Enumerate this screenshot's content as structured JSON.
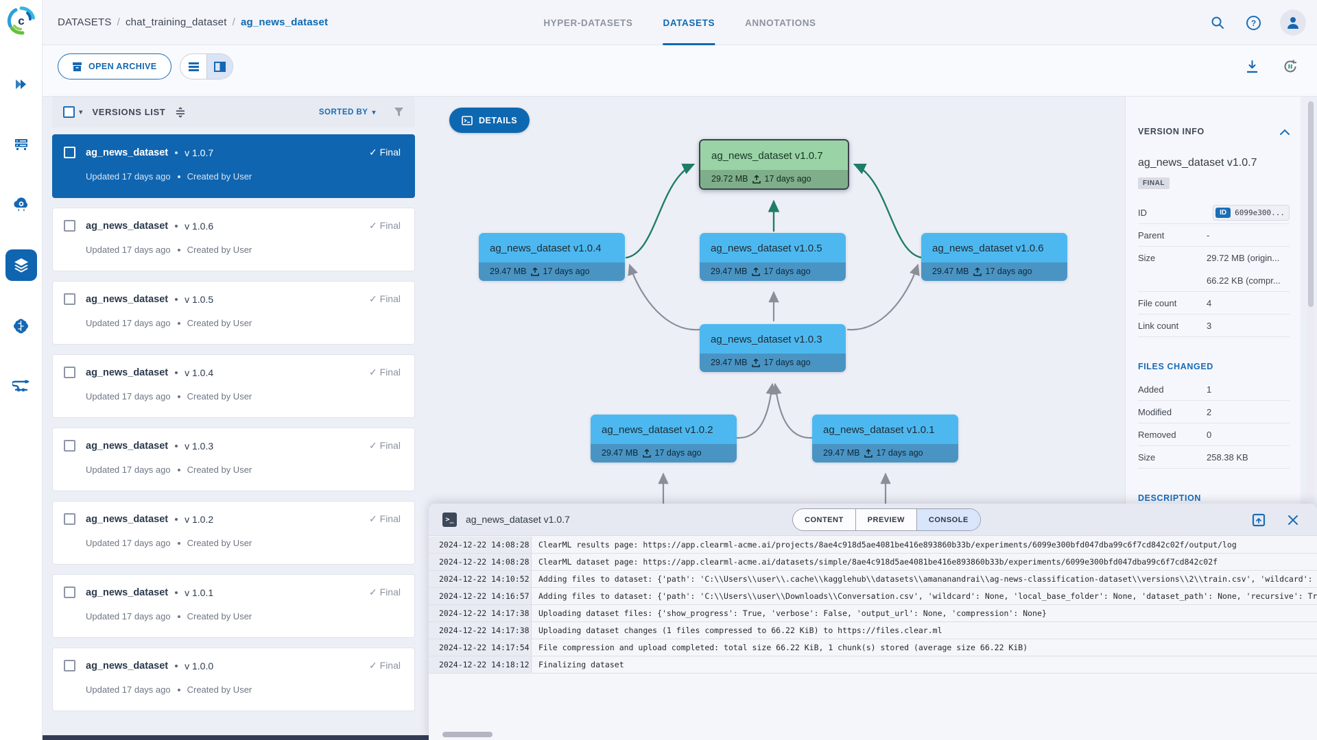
{
  "header": {
    "breadcrumb": {
      "root": "DATASETS",
      "project": "chat_training_dataset",
      "dataset": "ag_news_dataset"
    },
    "tabs": [
      {
        "label": "HYPER-DATASETS"
      },
      {
        "label": "DATASETS"
      },
      {
        "label": "ANNOTATIONS"
      }
    ]
  },
  "toolbar": {
    "open_archive_label": "OPEN ARCHIVE"
  },
  "versions": {
    "title": "VERSIONS LIST",
    "sorted_by_label": "SORTED BY",
    "items": [
      {
        "name": "ag_news_dataset",
        "version": "v 1.0.7",
        "status": "Final",
        "check": "✓",
        "updated": "Updated 17 days ago",
        "created": "Created by User"
      },
      {
        "name": "ag_news_dataset",
        "version": "v 1.0.6",
        "status": "Final",
        "check": "✓",
        "updated": "Updated 17 days ago",
        "created": "Created by User"
      },
      {
        "name": "ag_news_dataset",
        "version": "v 1.0.5",
        "status": "Final",
        "check": "✓",
        "updated": "Updated 17 days ago",
        "created": "Created by User"
      },
      {
        "name": "ag_news_dataset",
        "version": "v 1.0.4",
        "status": "Final",
        "check": "✓",
        "updated": "Updated 17 days ago",
        "created": "Created by User"
      },
      {
        "name": "ag_news_dataset",
        "version": "v 1.0.3",
        "status": "Final",
        "check": "✓",
        "updated": "Updated 17 days ago",
        "created": "Created by User"
      },
      {
        "name": "ag_news_dataset",
        "version": "v 1.0.2",
        "status": "Final",
        "check": "✓",
        "updated": "Updated 17 days ago",
        "created": "Created by User"
      },
      {
        "name": "ag_news_dataset",
        "version": "v 1.0.1",
        "status": "Final",
        "check": "✓",
        "updated": "Updated 17 days ago",
        "created": "Created by User"
      },
      {
        "name": "ag_news_dataset",
        "version": "v 1.0.0",
        "status": "Final",
        "check": "✓",
        "updated": "Updated 17 days ago",
        "created": "Created by User"
      }
    ]
  },
  "graph": {
    "details_button": "DETAILS",
    "nodes": [
      {
        "label": "ag_news_dataset v1.0.7",
        "size": "29.72 MB",
        "age": "17 days ago",
        "state": "selected"
      },
      {
        "label": "ag_news_dataset v1.0.4",
        "size": "29.47 MB",
        "age": "17 days ago",
        "state": "normal"
      },
      {
        "label": "ag_news_dataset v1.0.5",
        "size": "29.47 MB",
        "age": "17 days ago",
        "state": "normal"
      },
      {
        "label": "ag_news_dataset v1.0.6",
        "size": "29.47 MB",
        "age": "17 days ago",
        "state": "normal"
      },
      {
        "label": "ag_news_dataset v1.0.3",
        "size": "29.47 MB",
        "age": "17 days ago",
        "state": "normal"
      },
      {
        "label": "ag_news_dataset v1.0.2",
        "size": "29.47 MB",
        "age": "17 days ago",
        "state": "normal"
      },
      {
        "label": "ag_news_dataset v1.0.1",
        "size": "29.47 MB",
        "age": "17 days ago",
        "state": "normal"
      }
    ],
    "edges": [
      {
        "from": "v1.0.4",
        "to": "v1.0.7",
        "color": "green"
      },
      {
        "from": "v1.0.5",
        "to": "v1.0.7",
        "color": "green"
      },
      {
        "from": "v1.0.6",
        "to": "v1.0.7",
        "color": "green"
      },
      {
        "from": "v1.0.3",
        "to": "v1.0.4",
        "color": "gray"
      },
      {
        "from": "v1.0.3",
        "to": "v1.0.5",
        "color": "gray"
      },
      {
        "from": "v1.0.3",
        "to": "v1.0.6",
        "color": "gray"
      },
      {
        "from": "v1.0.2",
        "to": "v1.0.3",
        "color": "gray"
      },
      {
        "from": "v1.0.1",
        "to": "v1.0.3",
        "color": "gray"
      },
      {
        "from": "v1.0.0",
        "to": "v1.0.2",
        "color": "gray"
      },
      {
        "from": "v1.0.0",
        "to": "v1.0.1",
        "color": "gray"
      }
    ],
    "accent_green": "#1e7d66",
    "accent_gray": "#8a8e99"
  },
  "version_info": {
    "title": "VERSION INFO",
    "name": "ag_news_dataset v1.0.7",
    "badge": "FINAL",
    "id_label": "ID",
    "id_chip": "ID",
    "id_value": "6099e300...",
    "parent_label": "Parent",
    "parent_value": "-",
    "size_label": "Size",
    "size_value1": "29.72 MB (origin...",
    "size_value2": "66.22 KB (compr...",
    "file_count_label": "File count",
    "file_count_value": "4",
    "link_count_label": "Link count",
    "link_count_value": "3",
    "files_changed": {
      "title": "FILES CHANGED",
      "added_label": "Added",
      "added_value": "1",
      "modified_label": "Modified",
      "modified_value": "2",
      "removed_label": "Removed",
      "removed_value": "0",
      "size_label": "Size",
      "size_value": "258.38 KB"
    },
    "description_title": "DESCRIPTION"
  },
  "console": {
    "title": "ag_news_dataset v1.0.7",
    "tabs": [
      {
        "label": "CONTENT"
      },
      {
        "label": "PREVIEW"
      },
      {
        "label": "CONSOLE"
      }
    ],
    "logs": [
      {
        "ts": "2024-12-22 14:08:28",
        "msg": "ClearML results page: https://app.clearml-acme.ai/projects/8ae4c918d5ae4081be416e893860b33b/experiments/6099e300bfd047dba99c6f7cd842c02f/output/log"
      },
      {
        "ts": "2024-12-22 14:08:28",
        "msg": "ClearML dataset page: https://app.clearml-acme.ai/datasets/simple/8ae4c918d5ae4081be416e893860b33b/experiments/6099e300bfd047dba99c6f7cd842c02f"
      },
      {
        "ts": "2024-12-22 14:10:52",
        "msg": "Adding files to dataset: {'path': 'C:\\\\Users\\\\user\\\\.cache\\\\kagglehub\\\\datasets\\\\amananandrai\\\\ag-news-classification-dataset\\\\versions\\\\2\\\\train.csv', 'wildcard': None"
      },
      {
        "ts": "2024-12-22 14:16:57",
        "msg": "Adding files to dataset: {'path': 'C:\\\\Users\\\\user\\\\Downloads\\\\Conversation.csv', 'wildcard': None, 'local_base_folder': None, 'dataset_path': None, 'recursive': True,"
      },
      {
        "ts": "2024-12-22 14:17:38",
        "msg": "Uploading dataset files: {'show_progress': True, 'verbose': False, 'output_url': None, 'compression': None}"
      },
      {
        "ts": "2024-12-22 14:17:38",
        "msg": "Uploading dataset changes (1 files compressed to 66.22 KiB) to https://files.clear.ml"
      },
      {
        "ts": "2024-12-22 14:17:54",
        "msg": "File compression and upload completed: total size 66.22 KiB, 1 chunk(s) stored (average size 66.22 KiB)"
      },
      {
        "ts": "2024-12-22 14:18:12",
        "msg": "Finalizing dataset"
      }
    ]
  }
}
